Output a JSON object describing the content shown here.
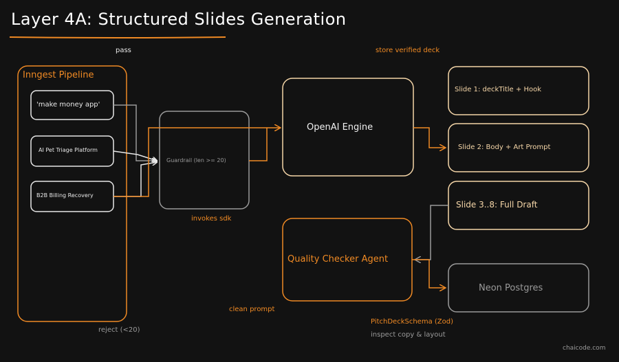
{
  "title": "Layer 4A: Structured Slides Generation",
  "pipeline": {
    "label": "Inngest Pipeline",
    "items": [
      "'make money app'",
      "AI Pet Triage Platform",
      "B2B Billing Recovery"
    ]
  },
  "guardrail": "Guardrail (len >= 20)",
  "engine": "OpenAI Engine",
  "quality": "Quality Checker Agent",
  "database": "Neon Postgres",
  "slides": [
    "Slide 1: deckTitle + Hook",
    "Slide 2: Body + Art Prompt",
    "Slide 3..8: Full Draft"
  ],
  "edge_labels": {
    "pass": "pass",
    "store": "store verified deck",
    "invokes": "invokes sdk",
    "clean": "clean prompt",
    "reject": "reject (<20)",
    "schema": "PitchDeckSchema (Zod)",
    "inspect": "inspect copy & layout"
  },
  "watermark": "chaicode.com",
  "colors": {
    "orange": "#f08a24",
    "peach": "#f5d6a8",
    "gray": "#9a9a9a",
    "white": "#e8e8e8"
  }
}
